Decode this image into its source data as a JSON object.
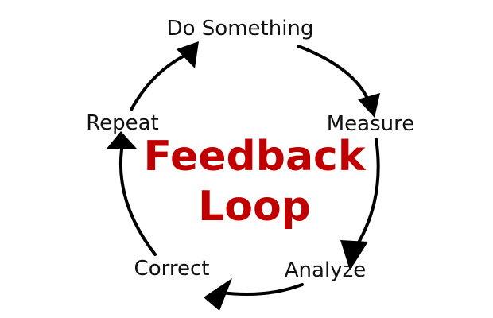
{
  "diagram": {
    "title_lines": [
      "Feedback",
      "Loop"
    ],
    "steps": [
      "Do Something",
      "Measure",
      "Analyze",
      "Correct",
      "Repeat"
    ]
  },
  "colors": {
    "title": "#c00000",
    "loop": "#000000",
    "text": "#111111"
  }
}
